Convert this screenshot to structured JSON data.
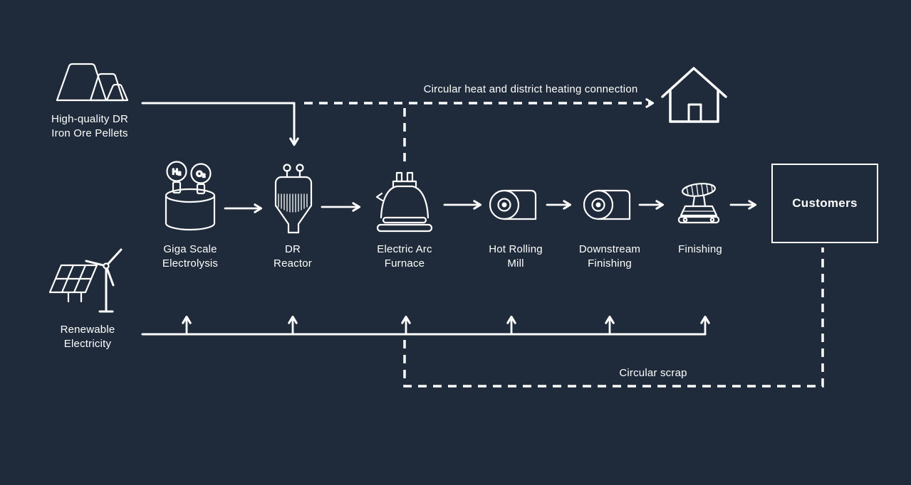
{
  "diagram": {
    "background": "#1f2b3a",
    "stroke_color": "#ffffff",
    "sources": {
      "iron_ore": {
        "line1": "High-quality DR",
        "line2": "Iron Ore Pellets"
      },
      "renewable": {
        "line1": "Renewable",
        "line2": "Electricity"
      }
    },
    "steps": {
      "electrolysis": {
        "line1": "Giga Scale",
        "line2": "Electrolysis"
      },
      "dr_reactor": {
        "line1": "DR",
        "line2": "Reactor"
      },
      "eaf": {
        "line1": "Electric Arc",
        "line2": "Furnace"
      },
      "hot_rolling": {
        "line1": "Hot Rolling",
        "line2": "Mill"
      },
      "downstream": {
        "line1": "Downstream",
        "line2": "Finishing"
      },
      "finishing": {
        "line1": "Finishing"
      }
    },
    "customers": {
      "label": "Customers"
    },
    "flows": {
      "heat": {
        "label": "Circular heat and district heating connection"
      },
      "scrap": {
        "label": "Circular scrap"
      }
    },
    "molecules": {
      "h2": "H₂",
      "o2": "O₂"
    }
  }
}
